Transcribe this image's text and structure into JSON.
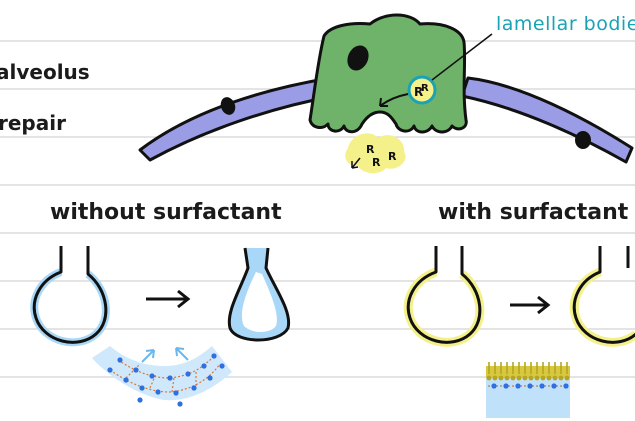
{
  "labels": {
    "side_line_1": "alveolus",
    "side_line_2": "repair",
    "lamellar_body": "lamellar bodies",
    "without_surfactant": "without surfactant",
    "with_surfactant": "with surfactant",
    "surfactant_symbol": "R"
  },
  "colors": {
    "ruled_line": "#cfcfcf",
    "pneumocyte_green": "#6fb36a",
    "type1_cell_purple": "#9a9ce6",
    "lamellar_teal": "#1aa3b6",
    "surfactant_yellow": "#f4f08a",
    "water_blue": "#a9d7f7",
    "molecule_blue": "#2f6fe0",
    "bond_orange": "#d9783a"
  }
}
